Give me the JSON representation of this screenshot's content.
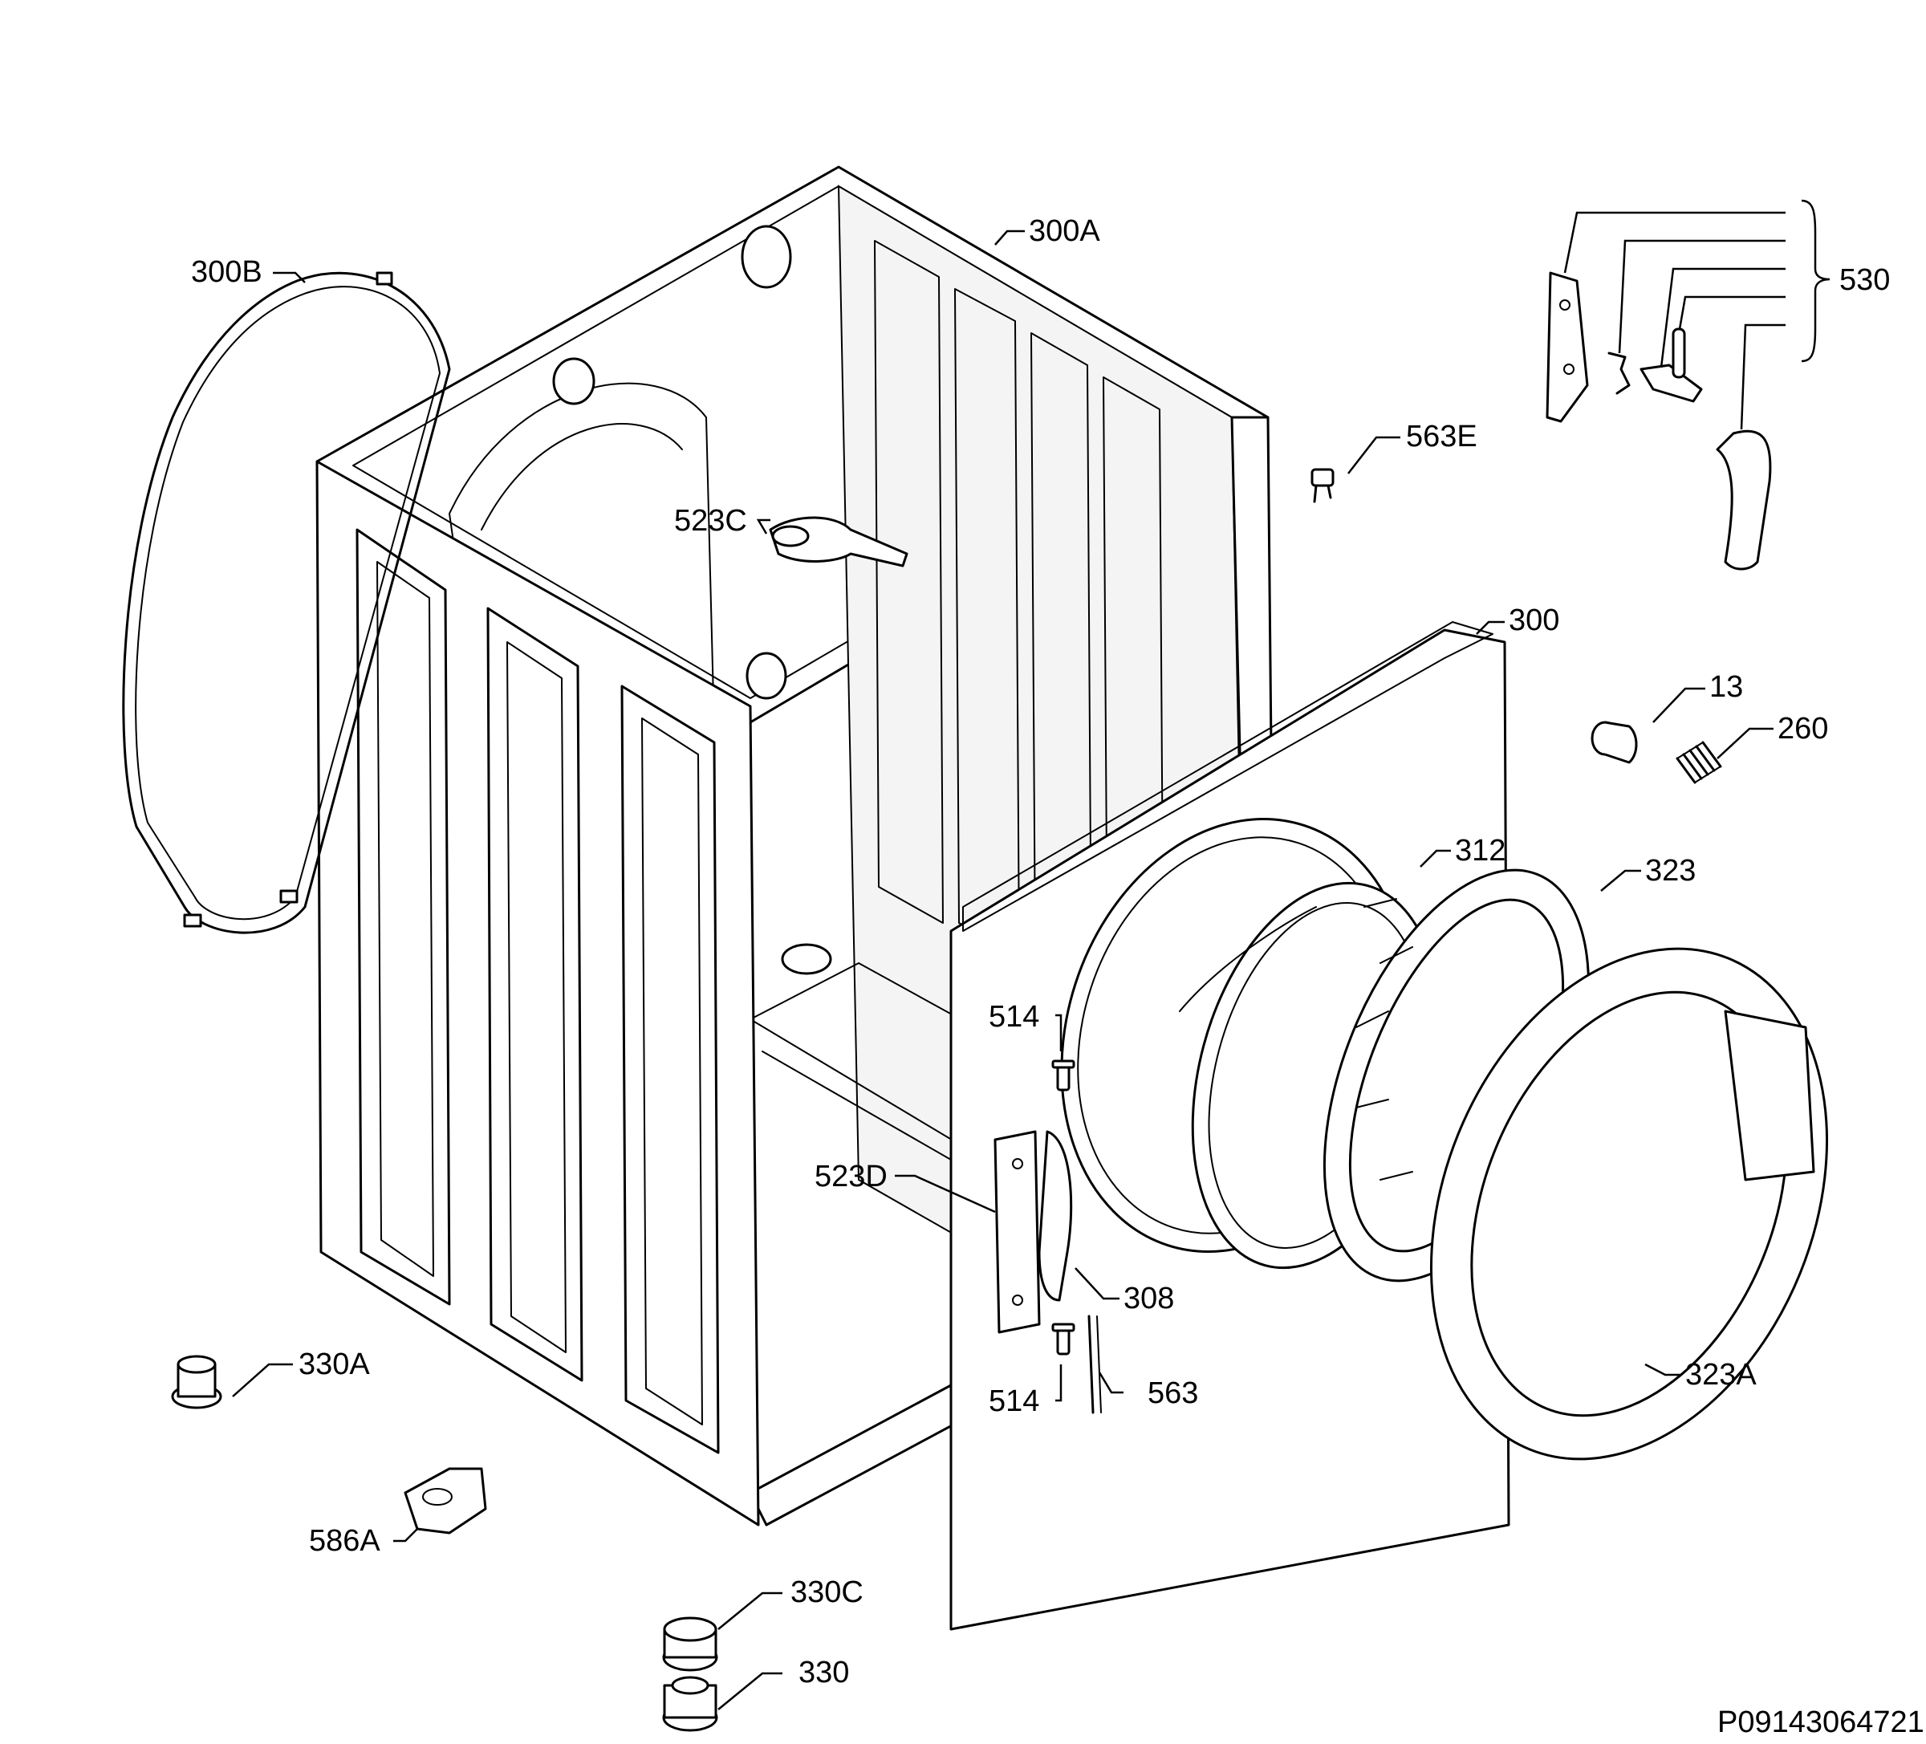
{
  "diagram": {
    "callouts": {
      "c300B": "300B",
      "c300A": "300A",
      "c530": "530",
      "c563E": "563E",
      "c523C": "523C",
      "c300": "300",
      "c13": "13",
      "c260": "260",
      "c312": "312",
      "c323": "323",
      "c514a": "514",
      "c523D": "523D",
      "c308": "308",
      "c514b": "514",
      "c563": "563",
      "c323A": "323A",
      "c330A": "330A",
      "c586A": "586A",
      "c330C": "330C",
      "c330": "330"
    },
    "drawing_number": "P09143064721"
  }
}
